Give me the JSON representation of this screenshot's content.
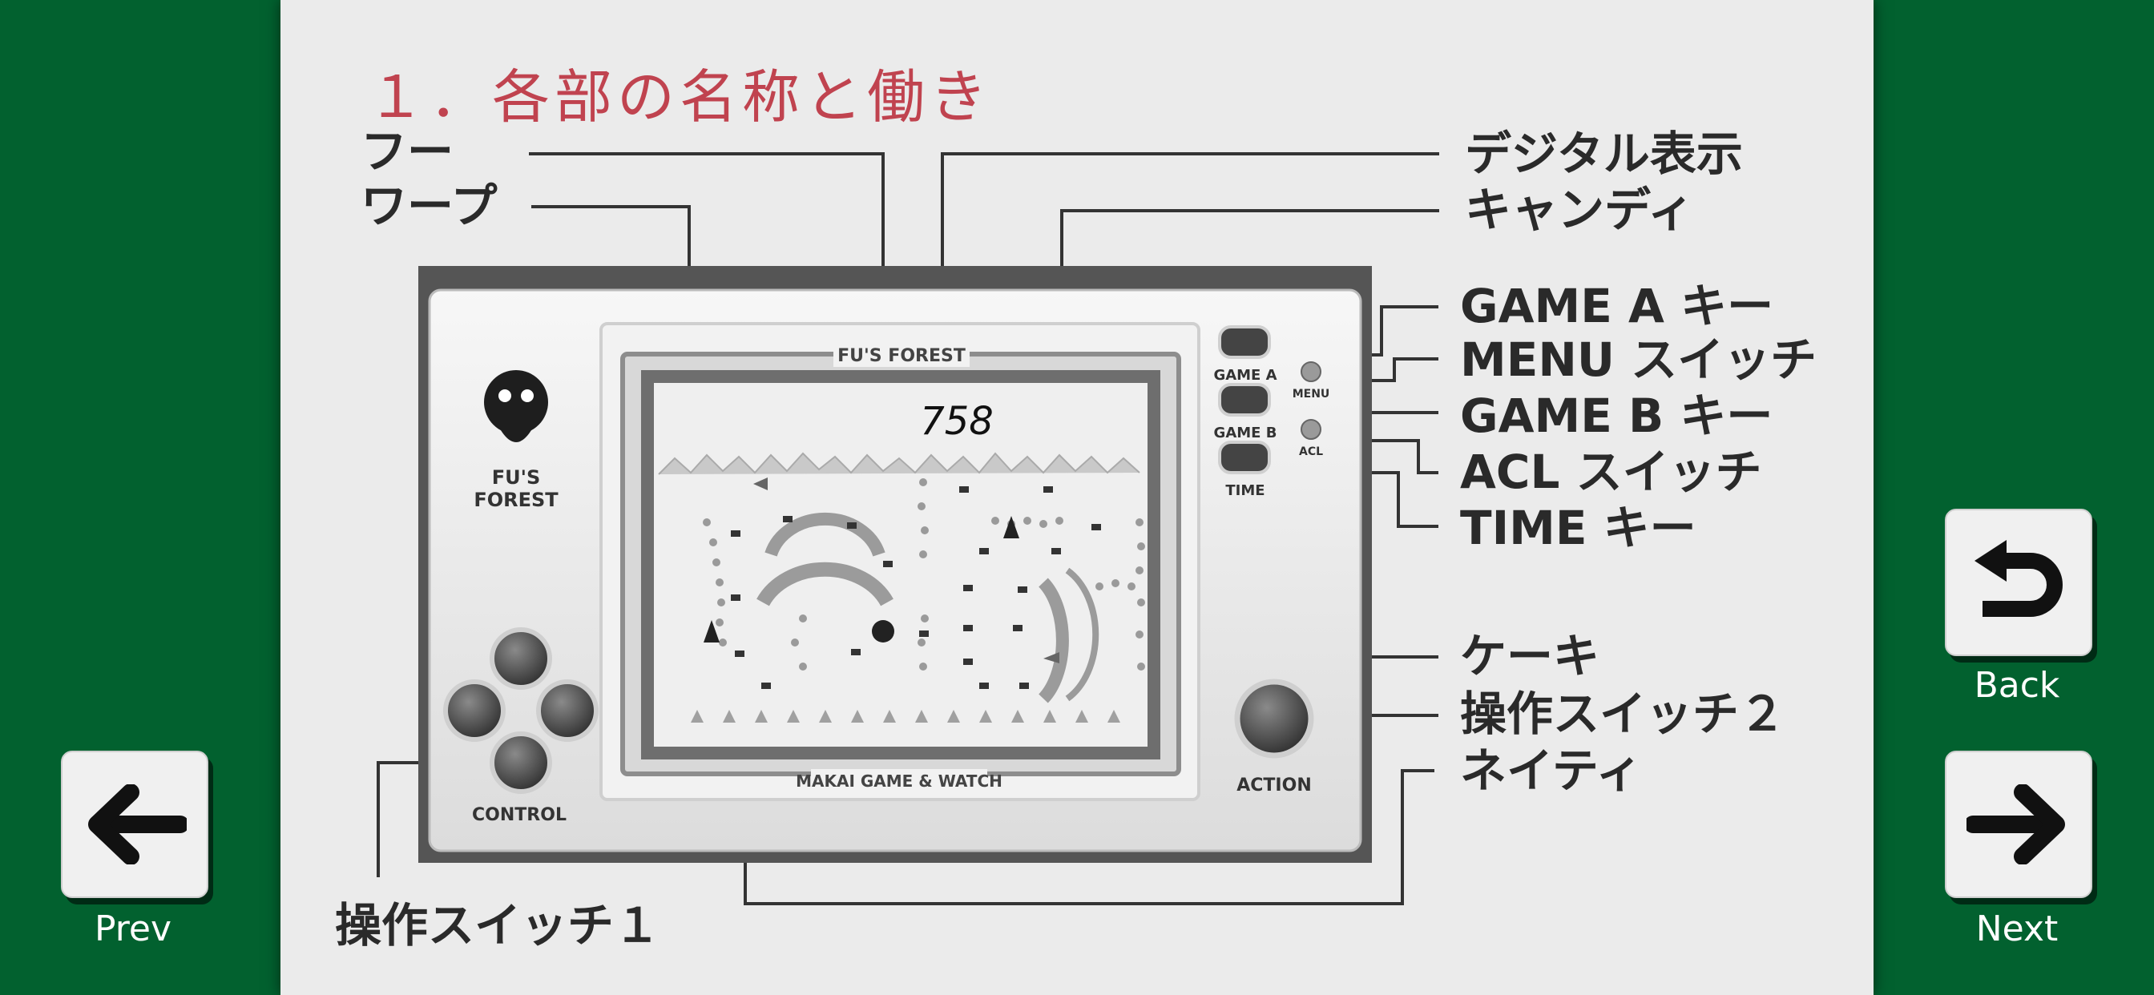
{
  "page": {
    "title": "１．各部の名称と働き"
  },
  "labels": {
    "fu": "フー",
    "warp": "ワープ",
    "digital_display": "デジタル表示",
    "candy": "キャンディ",
    "game_a_key": "GAME A キー",
    "menu_switch": "MENU スイッチ",
    "game_b_key": "GAME B キー",
    "acl_switch": "ACL スイッチ",
    "time_key": "TIME キー",
    "cake": "ケーキ",
    "control_switch_2": "操作スイッチ２",
    "neitei": "ネイティ",
    "control_switch_1": "操作スイッチ１"
  },
  "device": {
    "game_name_line1": "FU'S",
    "game_name_line2": "FOREST",
    "screen_title": "FU'S FOREST",
    "score": "758",
    "brand": "MAKAI GAME & WATCH",
    "btn_game_a": "GAME A",
    "btn_game_b": "GAME B",
    "btn_time": "TIME",
    "sw_menu": "MENU",
    "sw_acl": "ACL",
    "control": "CONTROL",
    "action": "ACTION"
  },
  "nav": {
    "prev": "Prev",
    "back": "Back",
    "next": "Next"
  },
  "colors": {
    "background": "#02612f",
    "page": "#ebebeb",
    "title": "#c0434f"
  },
  "icons": {
    "prev": "arrow-left-icon",
    "back": "return-arrow-icon",
    "next": "arrow-right-icon"
  }
}
